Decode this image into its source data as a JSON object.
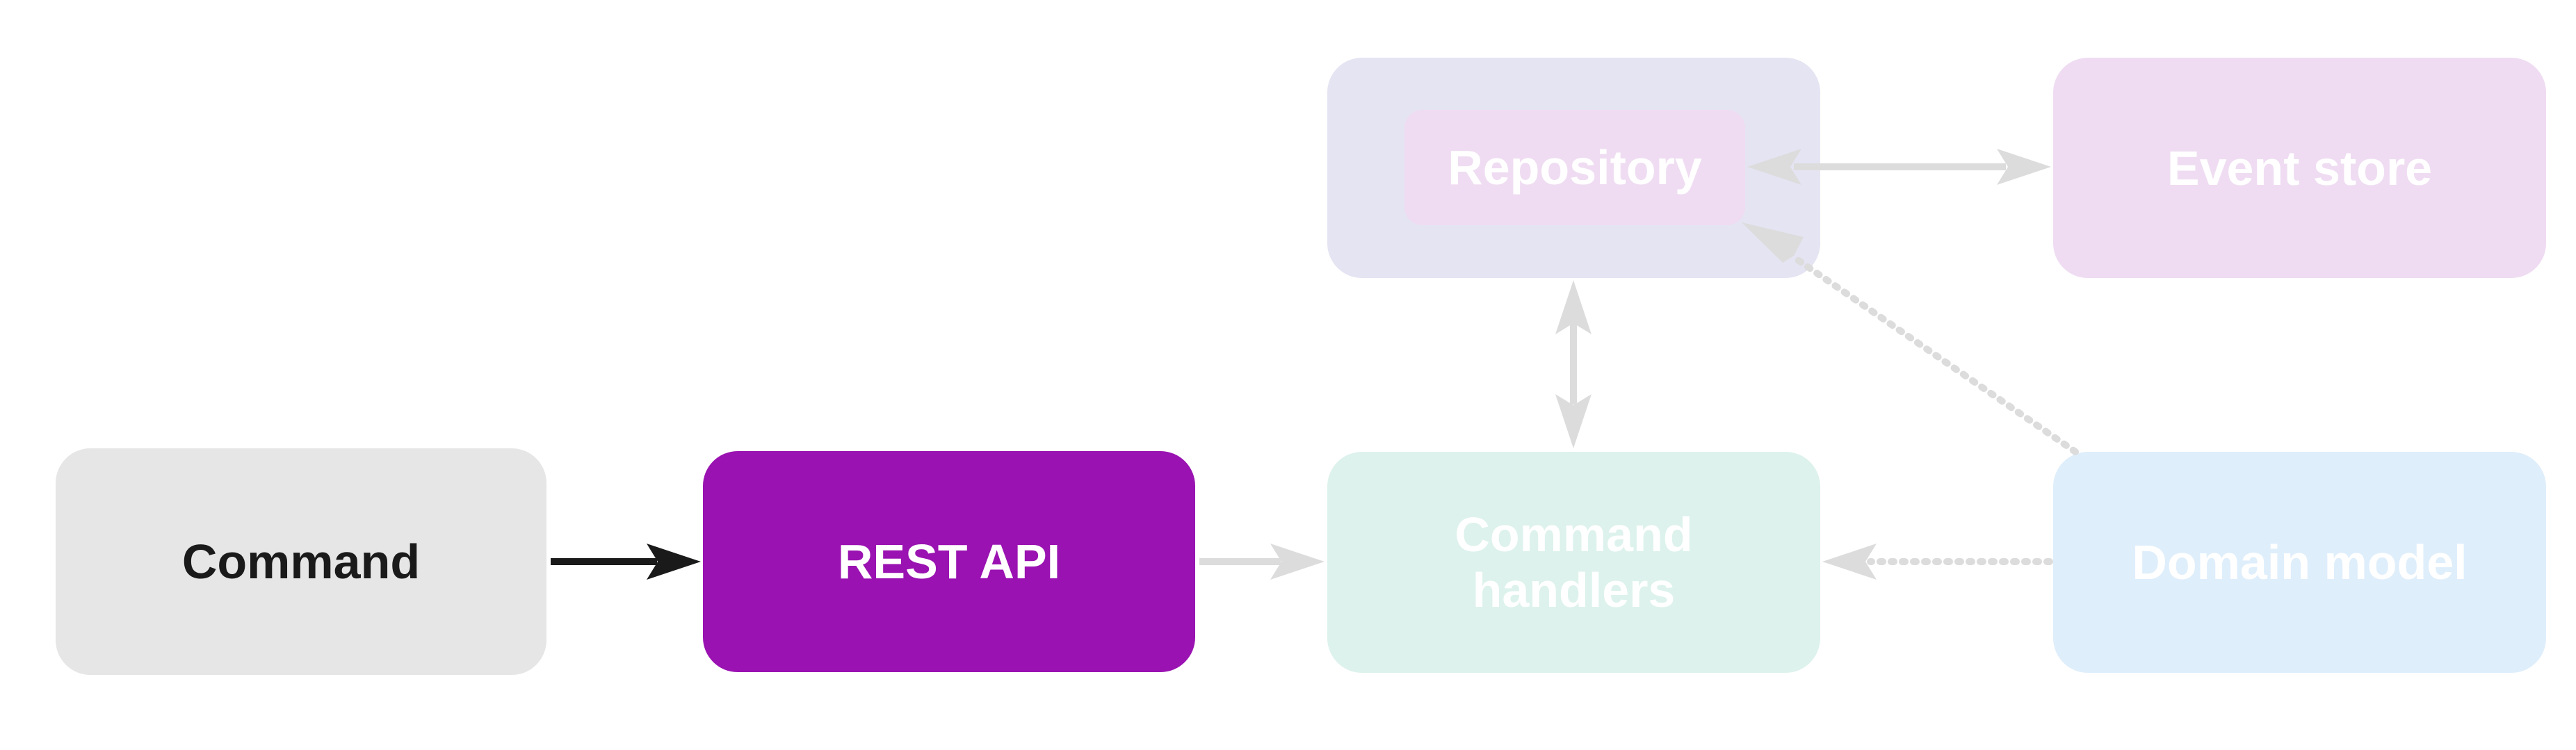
{
  "diagram": {
    "nodes": {
      "command": {
        "label": "Command"
      },
      "rest_api": {
        "label": "REST API"
      },
      "handlers": {
        "label_line1": "Command",
        "label_line2": "handlers"
      },
      "domain": {
        "label": "Domain model"
      },
      "repository": {
        "label": "Repository"
      },
      "event_store": {
        "label": "Event store"
      }
    },
    "edges": [
      {
        "from": "Command",
        "to": "REST API",
        "style": "solid",
        "color": "#1a1a1a"
      },
      {
        "from": "REST API",
        "to": "Command handlers",
        "style": "solid",
        "color": "#dcdcdc"
      },
      {
        "from": "Domain model",
        "to": "Command handlers",
        "style": "dotted",
        "color": "#dcdcdc"
      },
      {
        "from": "Command handlers",
        "to": "Repository",
        "style": "solid-bidirectional",
        "color": "#dcdcdc"
      },
      {
        "from": "Repository",
        "to": "Event store",
        "style": "solid-bidirectional",
        "color": "#dcdcdc"
      },
      {
        "from": "Domain model",
        "to": "Repository",
        "style": "dotted",
        "color": "#dcdcdc"
      }
    ],
    "colors": {
      "command_fill": "#e6e6e6",
      "rest_api_fill": "#9a12b1",
      "handlers_fill": "#ddf2ec",
      "domain_fill": "#dfeefb",
      "repository_group_fill": "#e5e4f3",
      "repository_fill": "#efdcf2",
      "event_store_fill": "#efdcf2",
      "faded_arrow": "#dcdcdc",
      "active_arrow": "#1a1a1a"
    }
  }
}
